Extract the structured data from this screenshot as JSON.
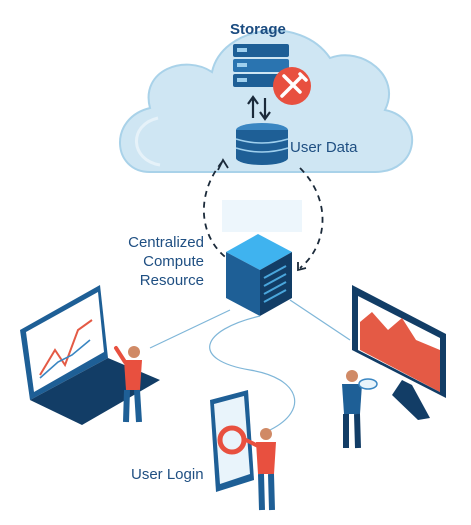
{
  "labels": {
    "storage": "Storage",
    "user_data": "User Data",
    "compute_line1": "Centralized",
    "compute_line2": "Compute",
    "compute_line3": "Resource",
    "user_login": "User Login"
  },
  "colors": {
    "cloud_fill": "#cfe6f3",
    "cloud_edge": "#a9d2e9",
    "server_blue": "#1e5f96",
    "server_dark": "#123d66",
    "accent_red": "#e8503f",
    "screen_red": "#e45a45",
    "label_blue": "#1f4f82"
  },
  "icons": [
    "cloud-icon",
    "storage-stack-icon",
    "tools-badge-icon",
    "database-icon",
    "server-icon",
    "laptop-icon",
    "tablet-icon",
    "monitor-icon"
  ]
}
